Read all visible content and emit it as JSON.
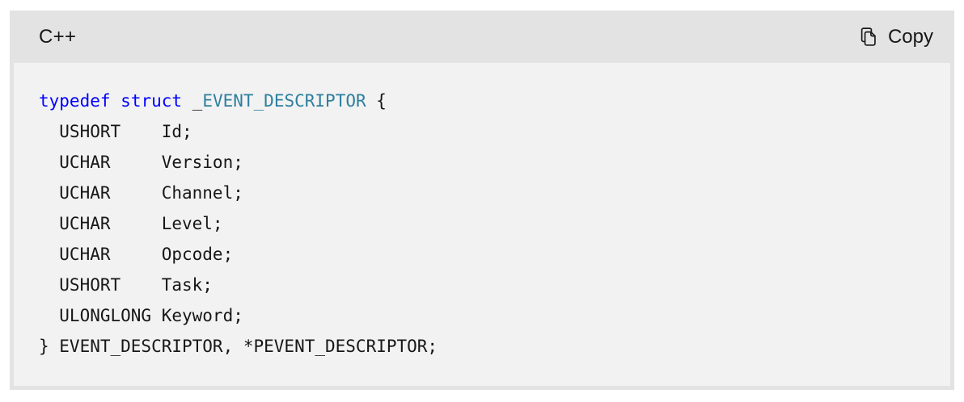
{
  "code_block": {
    "language_label": "C++",
    "copy_button": {
      "label": "Copy"
    },
    "colors": {
      "header_bg": "#e3e3e3",
      "body_bg": "#f2f2f2",
      "text": "#171717",
      "keyword": "#0000ff",
      "type": "#2d7f9e",
      "page_bg": "#ffffff"
    },
    "code": {
      "language": "cpp",
      "lines": [
        {
          "segments": [
            {
              "t": "typedef",
              "c": "keyword"
            },
            {
              "t": " ",
              "c": "plain"
            },
            {
              "t": "struct",
              "c": "keyword"
            },
            {
              "t": " _",
              "c": "plain"
            },
            {
              "t": "EVENT_DESCRIPTOR",
              "c": "type"
            },
            {
              "t": " {",
              "c": "plain"
            }
          ]
        },
        {
          "segments": [
            {
              "t": "  USHORT    Id;",
              "c": "plain"
            }
          ]
        },
        {
          "segments": [
            {
              "t": "  UCHAR     Version;",
              "c": "plain"
            }
          ]
        },
        {
          "segments": [
            {
              "t": "  UCHAR     Channel;",
              "c": "plain"
            }
          ]
        },
        {
          "segments": [
            {
              "t": "  UCHAR     Level;",
              "c": "plain"
            }
          ]
        },
        {
          "segments": [
            {
              "t": "  UCHAR     Opcode;",
              "c": "plain"
            }
          ]
        },
        {
          "segments": [
            {
              "t": "  USHORT    Task;",
              "c": "plain"
            }
          ]
        },
        {
          "segments": [
            {
              "t": "  ULONGLONG Keyword;",
              "c": "plain"
            }
          ]
        },
        {
          "segments": [
            {
              "t": "} EVENT_DESCRIPTOR, *PEVENT_DESCRIPTOR;",
              "c": "plain"
            }
          ]
        }
      ]
    }
  }
}
